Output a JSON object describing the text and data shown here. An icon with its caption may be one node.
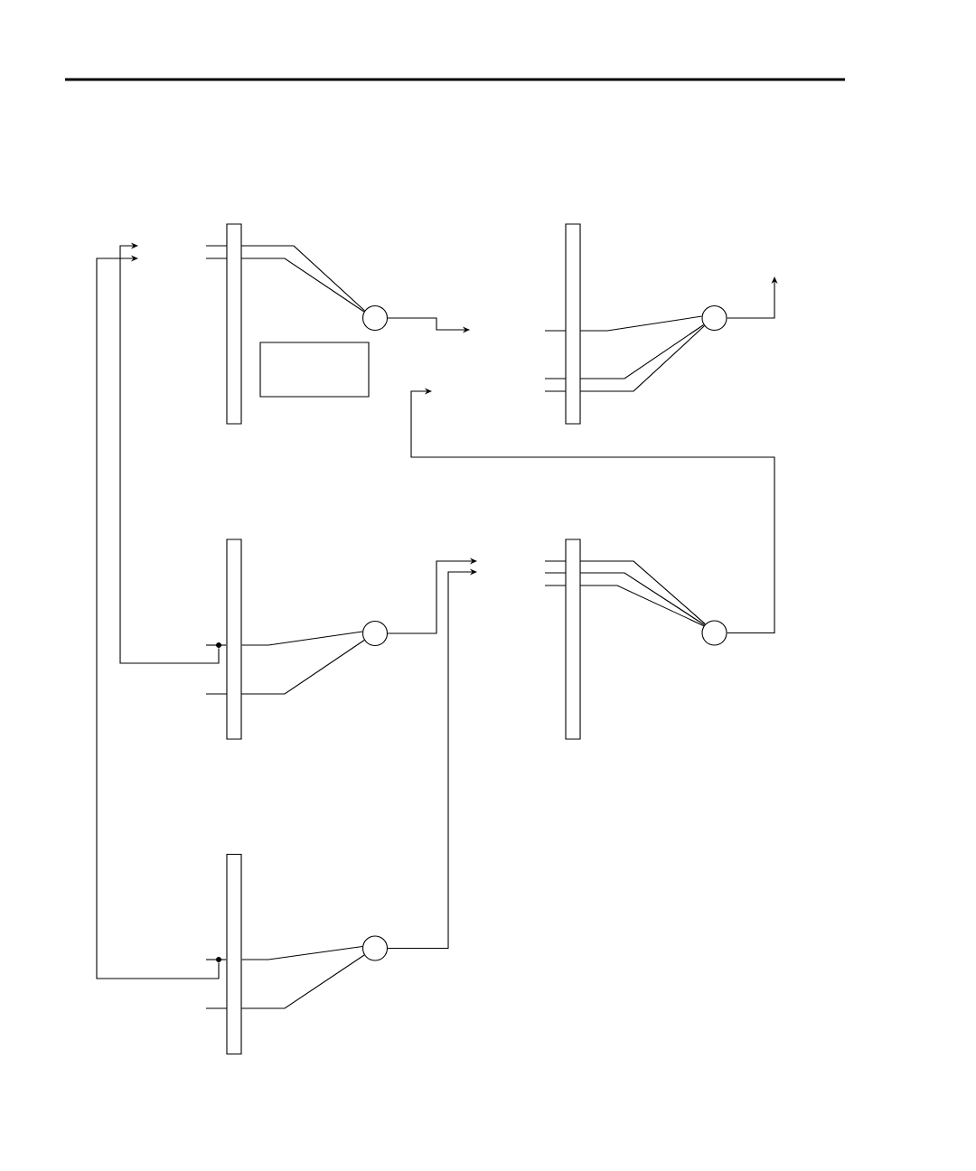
{
  "diagram": {
    "nodes": [
      {
        "text": [],
        "shape": "bar"
      },
      {
        "text": [],
        "shape": "bar"
      },
      {
        "text": [],
        "shape": "circle"
      },
      {
        "text": [],
        "shape": "circle"
      },
      {
        "text": [],
        "shape": "box"
      },
      {
        "text": [],
        "shape": "bar"
      },
      {
        "text": [],
        "shape": "bar"
      },
      {
        "text": [],
        "shape": "circle"
      },
      {
        "text": [],
        "shape": "circle"
      },
      {
        "text": [],
        "shape": "dot"
      },
      {
        "text": [],
        "shape": "bar"
      },
      {
        "text": [],
        "shape": "circle"
      },
      {
        "text": [],
        "shape": "dot"
      }
    ],
    "edges": [
      {
        "from": null,
        "to": 2,
        "arrow": "none"
      },
      {
        "from": null,
        "to": 2,
        "arrow": "none"
      },
      {
        "from": 2,
        "to": null,
        "arrow": "to"
      },
      {
        "from": null,
        "to": 3,
        "arrow": "none"
      },
      {
        "from": null,
        "to": 3,
        "arrow": "none"
      },
      {
        "from": null,
        "to": 3,
        "arrow": "none"
      },
      {
        "from": 3,
        "to": null,
        "arrow": "to"
      },
      {
        "from": 9,
        "to": 5,
        "arrow": "none"
      },
      {
        "from": 5,
        "to": 7,
        "arrow": "none"
      },
      {
        "from": null,
        "to": 7,
        "arrow": "none"
      },
      {
        "from": 7,
        "to": null,
        "arrow": "to"
      },
      {
        "from": null,
        "to": 8,
        "arrow": "none"
      },
      {
        "from": null,
        "to": 8,
        "arrow": "none"
      },
      {
        "from": null,
        "to": 8,
        "arrow": "none"
      },
      {
        "from": 8,
        "to": null,
        "arrow": "to"
      },
      {
        "from": 9,
        "to": null,
        "arrow": "to"
      },
      {
        "from": 12,
        "to": 10,
        "arrow": "none"
      },
      {
        "from": 10,
        "to": 11,
        "arrow": "none"
      },
      {
        "from": null,
        "to": 11,
        "arrow": "none"
      },
      {
        "from": 11,
        "to": null,
        "arrow": "to"
      },
      {
        "from": 12,
        "to": null,
        "arrow": "to"
      }
    ]
  }
}
